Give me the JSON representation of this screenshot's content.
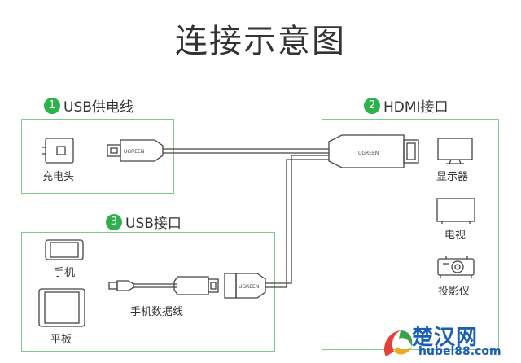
{
  "title": "连接示意图",
  "sections": {
    "usb_power": {
      "number": "1",
      "label": "USB供电线"
    },
    "hdmi": {
      "number": "2",
      "label": "HDMI接口"
    },
    "usb": {
      "number": "3",
      "label": "USB接口"
    }
  },
  "labels": {
    "charger": "充电头",
    "display": "显示器",
    "tv": "电视",
    "projector": "投影仪",
    "phone": "手机",
    "tablet": "平板",
    "data_cable": "手机数据线"
  },
  "brand": "UGREEN",
  "watermark": {
    "name": "楚汉网",
    "domain": "hubei88.com"
  },
  "colors": {
    "accent_green": "#2db24b",
    "border_green": "#7cc98d",
    "stroke": "#444444",
    "watermark_blue": "#1a5fb4"
  }
}
